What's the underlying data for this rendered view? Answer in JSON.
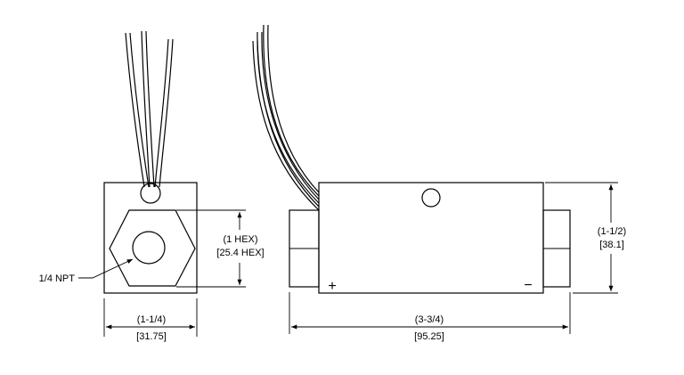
{
  "labels": {
    "npt": "1/4 NPT",
    "hex_in": "(1 HEX)",
    "hex_mm": "[25.4 HEX]",
    "front_width_in": "(1-1/4)",
    "front_width_mm": "[31.75]",
    "side_length_in": "(3-3/4)",
    "side_length_mm": "[95.25]",
    "side_height_in": "(1-1/2)",
    "side_height_mm": "[38.1]",
    "plus": "+",
    "minus": "−"
  }
}
